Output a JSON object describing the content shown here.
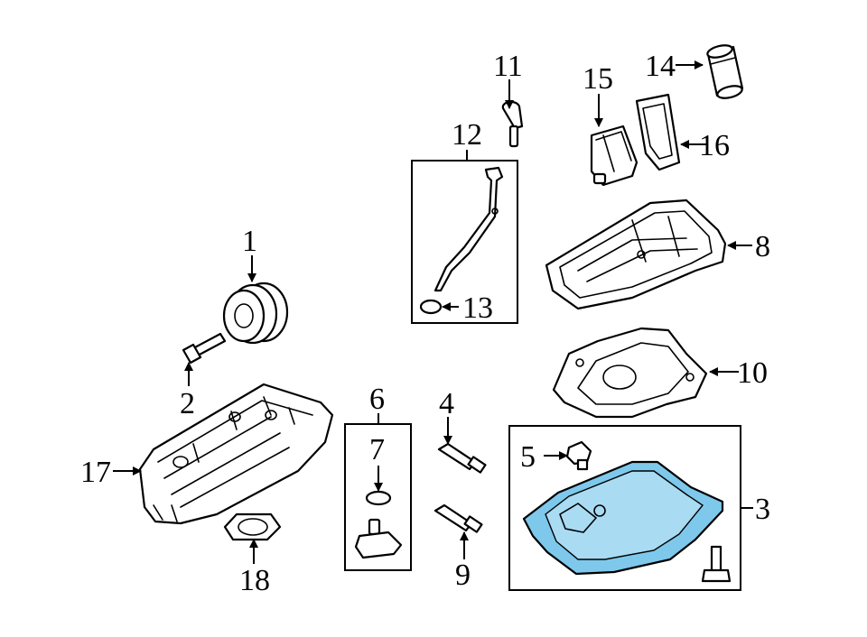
{
  "diagram": {
    "highlight_color": "#7ec8ec",
    "callouts": {
      "c1": "1",
      "c2": "2",
      "c3": "3",
      "c4": "4",
      "c5": "5",
      "c6": "6",
      "c7": "7",
      "c8": "8",
      "c9": "9",
      "c10": "10",
      "c11": "11",
      "c12": "12",
      "c13": "13",
      "c14": "14",
      "c15": "15",
      "c16": "16",
      "c17": "17",
      "c18": "18"
    }
  }
}
